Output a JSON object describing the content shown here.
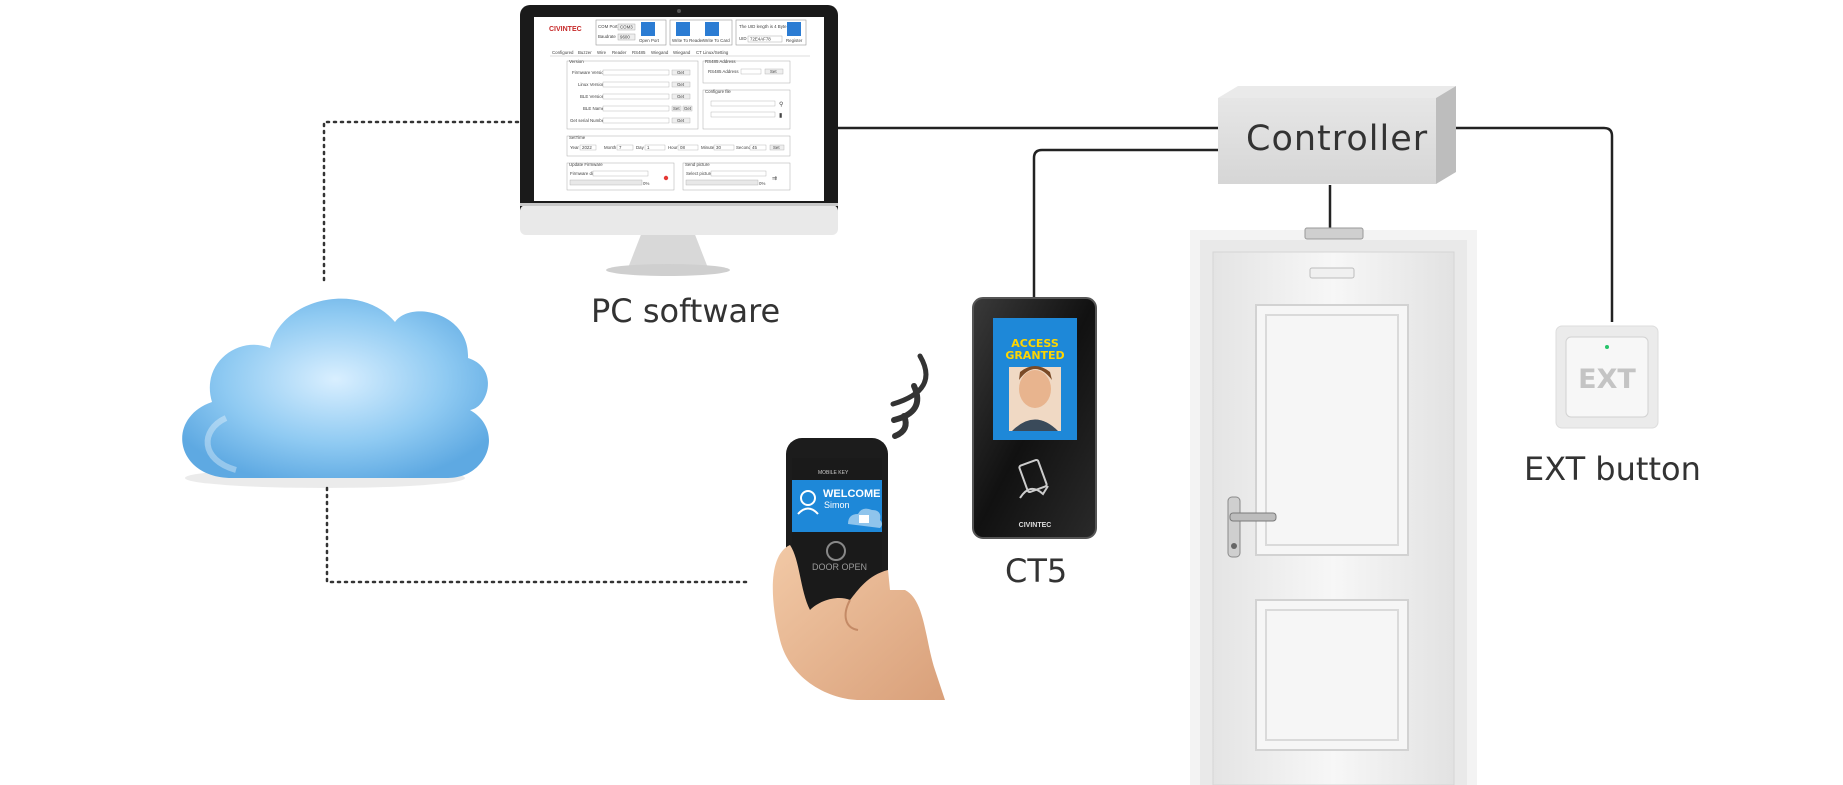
{
  "labels": {
    "pc_software": "PC software",
    "controller": "Controller",
    "ct5": "CT5",
    "ext_button": "EXT button"
  },
  "pc_screen": {
    "brand": "CIVINTEC",
    "com_port_label": "COM Port",
    "com_port_value": "COM3",
    "baudrate_label": "Baudrate",
    "baudrate_value": "9600",
    "open_port": "Open Port",
    "write_to_reader": "Write To Reader",
    "write_to_card": "Write To Card",
    "uid_length": "The UID length is 4 Byte",
    "uid_label": "UID",
    "uid_value": "72E4AF78",
    "register": "Register",
    "tabs": [
      "Configured",
      "Buzzer",
      "Wire",
      "Reader",
      "RS485",
      "Wiegand",
      "Wiegand",
      "CT Linux/Setting"
    ],
    "version_group": "Version",
    "version_rows": [
      "Firmware Version",
      "Linux Version",
      "BLE Version",
      "BLE Name",
      "Get serial Number"
    ],
    "get": "Get",
    "set": "Set",
    "rs485_group": "RS485 Address",
    "rs485_label": "RS485 Address",
    "config_group": "Configure file",
    "settime_group": "SetTime",
    "time_fields": [
      "Year",
      "Month",
      "Day",
      "Hour",
      "Minute",
      "Second"
    ],
    "time_values": [
      "2022",
      "7",
      "1",
      "08",
      "30",
      "45"
    ],
    "update_firmware": "Update Firmware",
    "firmware_dir": "Firmware dir",
    "send_picture": "Send picture",
    "select_picture": "Select picture",
    "percent": "0%"
  },
  "ct5_device": {
    "screen_line1": "ACCESS",
    "screen_line2": "GRANTED",
    "brand": "CIVINTEC"
  },
  "phone": {
    "header": "MOBILE KEY",
    "welcome": "WELCOME",
    "user": "Simon",
    "door_open": "DOOR OPEN"
  },
  "ext_device": {
    "face": "EXT"
  },
  "colors": {
    "wire": "#222222",
    "cloud": "#7fc0ec",
    "controller_box": "#d0d0d0",
    "screen_blue": "#1e88d8",
    "screen_yellow": "#ffd500",
    "label_text": "#333333"
  }
}
